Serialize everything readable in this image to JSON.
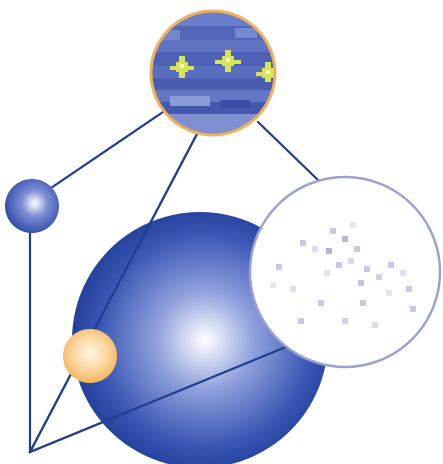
{
  "diagram": {
    "colors": {
      "background": "#ffffff",
      "line": "#1f3f8f",
      "sphere_highlight": "#ffffff",
      "sphere_mid": "#6f86cf",
      "sphere_dark": "#1f3c98",
      "zoom_top_border": "#f0b05a",
      "zoom_right_border": "#9aa2d2",
      "orange_sphere_light": "#fff3de",
      "orange_sphere_dark": "#f5b45a",
      "pixel_star": "#d6e25a",
      "pixel_field": "#5a6fc0"
    },
    "elements": [
      "small-blue-sphere",
      "large-blue-sphere",
      "orange-sphere",
      "zoom-circle-top",
      "zoom-circle-right",
      "apex-point",
      "connector-lines"
    ]
  }
}
